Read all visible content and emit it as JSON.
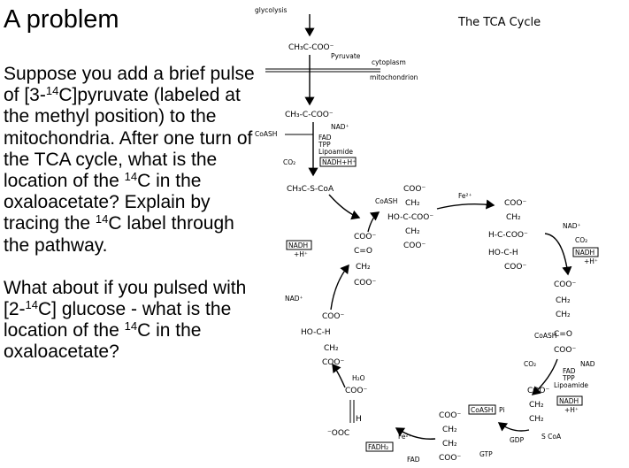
{
  "slide": {
    "title": "A problem",
    "q1": {
      "before": "Suppose you add a brief pulse of [3-",
      "iso1": "14",
      "mid": "C]pyruvate (labeled at the methyl position) to the mitochondria.  After one turn of the TCA cycle, what is the location of the ",
      "iso2": "14",
      "after": "C in the oxaloacetate? Explain by tracing the ",
      "iso3": "14",
      "end": "C label through the pathway."
    },
    "q2": {
      "before": "What about if you pulsed with [2-",
      "iso1": "14",
      "mid": "C] glucose - what is the location of the ",
      "iso2": "14",
      "end": "C in the oxaloacetate?"
    }
  },
  "diagram": {
    "title": "The TCA Cycle",
    "glycolysis": "glycolysis",
    "pyruvate_formula": "CH₃C-COO⁻",
    "pyruvate_label": "Pyruvate",
    "cytoplasm": "cytoplasm",
    "mitochondrion": "mitochondrion",
    "pyruvate2": "CH₃-C-COO⁻",
    "nad_plus": "NAD⁺",
    "coash": "CoASH",
    "cofactor_fad": "FAD",
    "cofactor_tpp": "TPP",
    "cofactor_lipoamide": "Lipoamide",
    "co2": "CO₂",
    "nadh_h": "NADH+H⁺",
    "acetyl_coa": "CH₃C-S-CoA",
    "citrate_coash": "CoASH",
    "citrate_l1": "COO⁻",
    "citrate_l2": "CH₂",
    "citrate_l3": "HO-C-COO⁻",
    "citrate_l4": "CH₂",
    "citrate_l5": "COO⁻",
    "fe_1": "Fe²⁺",
    "isocitrate_l1": "COO⁻",
    "isocitrate_l2": "CH₂",
    "isocitrate_l3": "H-C-COO⁻",
    "isocitrate_l4": "HO-C-H",
    "isocitrate_l5": "COO⁻",
    "nad_2": "NAD⁺",
    "co2_2": "CO₂",
    "nadh_2": "NADH",
    "h_plus_2": "+H⁺",
    "akg_l1": "COO⁻",
    "akg_l2": "CH₂",
    "akg_l3": "CH₂",
    "akg_coash": "CoASH",
    "akg_l4": "C=O",
    "akg_l5": "COO⁻",
    "co2_3": "CO₂",
    "nad_3": "NAD",
    "fad_3": "FAD",
    "tpp_3": "TPP",
    "lipoamide_3": "Lipoamide",
    "nadh_3": "NADH",
    "h_plus_3": "+H⁺",
    "succcoa_l1": "COO⁻",
    "succcoa_l2": "CH₂",
    "succcoa_l3": "CH₂",
    "succcoa_tail": "S CoA",
    "gdp_pi": "GDP",
    "gtp": "GTP",
    "coash_pi": "CoASH",
    "pi": "Pi",
    "succ_l1": "COO⁻",
    "succ_l2": "CH₂",
    "succ_l3": "CH₂",
    "succ_l4": "COO⁻",
    "fad_4": "FAD",
    "fadh2": "FADH₂",
    "fe_2": "Fe²⁺",
    "fum_left": "⁻OOC",
    "fum_h": "H",
    "fum_coo": "COO⁻",
    "h2o": "H₂O",
    "mal_l1": "COO⁻",
    "mal_l2": "CH₂",
    "mal_l3": "HO-C-H",
    "mal_l4": "COO⁻",
    "nad_5": "NAD⁺",
    "nadh_5": "NADH",
    "h_plus_5": "+H⁺",
    "oaa_l1": "COO⁻",
    "oaa_l2": "C=O",
    "oaa_l3": "CH₂",
    "oaa_l4": "COO⁻"
  }
}
